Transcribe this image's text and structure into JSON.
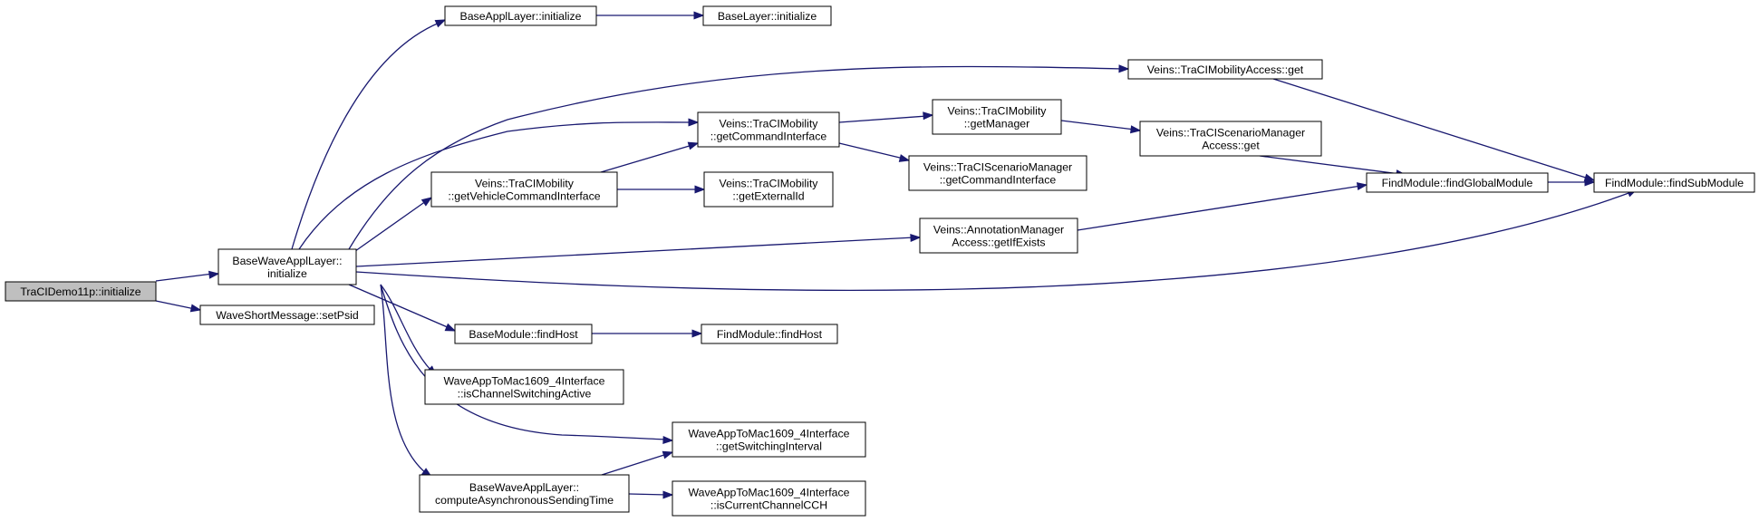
{
  "nodes": [
    {
      "id": "n0",
      "lines": [
        "TraCIDemo11p::initialize"
      ],
      "root": true
    },
    {
      "id": "n1",
      "lines": [
        "BaseWaveApplLayer::",
        "initialize"
      ]
    },
    {
      "id": "n2",
      "lines": [
        "WaveShortMessage::setPsid"
      ]
    },
    {
      "id": "n3",
      "lines": [
        "BaseApplLayer::initialize"
      ]
    },
    {
      "id": "n4",
      "lines": [
        "BaseLayer::initialize"
      ]
    },
    {
      "id": "n5",
      "lines": [
        "Veins::TraCIMobilityAccess::get"
      ]
    },
    {
      "id": "n6",
      "lines": [
        "Veins::TraCIMobility",
        "::getCommandInterface"
      ]
    },
    {
      "id": "n7",
      "lines": [
        "Veins::TraCIMobility",
        "::getManager"
      ]
    },
    {
      "id": "n8",
      "lines": [
        "Veins::TraCIScenarioManager",
        "::getCommandInterface"
      ]
    },
    {
      "id": "n9",
      "lines": [
        "Veins::TraCIScenarioManager",
        "Access::get"
      ]
    },
    {
      "id": "n10",
      "lines": [
        "Veins::TraCIMobility",
        "::getVehicleCommandInterface"
      ]
    },
    {
      "id": "n11",
      "lines": [
        "Veins::TraCIMobility",
        "::getExternalId"
      ]
    },
    {
      "id": "n12",
      "lines": [
        "Veins::AnnotationManager",
        "Access::getIfExists"
      ]
    },
    {
      "id": "n13",
      "lines": [
        "FindModule::findGlobalModule"
      ]
    },
    {
      "id": "n14",
      "lines": [
        "FindModule::findSubModule"
      ]
    },
    {
      "id": "n15",
      "lines": [
        "BaseModule::findHost"
      ]
    },
    {
      "id": "n16",
      "lines": [
        "FindModule::findHost"
      ]
    },
    {
      "id": "n17",
      "lines": [
        "WaveAppToMac1609_4Interface",
        "::isChannelSwitchingActive"
      ]
    },
    {
      "id": "n18",
      "lines": [
        "WaveAppToMac1609_4Interface",
        "::getSwitchingInterval"
      ]
    },
    {
      "id": "n19",
      "lines": [
        "BaseWaveApplLayer::",
        "computeAsynchronousSendingTime"
      ]
    },
    {
      "id": "n20",
      "lines": [
        "WaveAppToMac1609_4Interface",
        "::isCurrentChannelCCH"
      ]
    }
  ],
  "edges": [
    {
      "from": "n0",
      "to": "n1"
    },
    {
      "from": "n0",
      "to": "n2"
    },
    {
      "from": "n1",
      "to": "n3"
    },
    {
      "from": "n3",
      "to": "n4"
    },
    {
      "from": "n1",
      "to": "n5"
    },
    {
      "from": "n5",
      "to": "n14"
    },
    {
      "from": "n1",
      "to": "n6"
    },
    {
      "from": "n6",
      "to": "n7"
    },
    {
      "from": "n7",
      "to": "n9"
    },
    {
      "from": "n9",
      "to": "n13"
    },
    {
      "from": "n13",
      "to": "n14"
    },
    {
      "from": "n6",
      "to": "n8"
    },
    {
      "from": "n1",
      "to": "n10"
    },
    {
      "from": "n10",
      "to": "n6"
    },
    {
      "from": "n10",
      "to": "n11"
    },
    {
      "from": "n1",
      "to": "n12"
    },
    {
      "from": "n12",
      "to": "n13"
    },
    {
      "from": "n1",
      "to": "n14"
    },
    {
      "from": "n1",
      "to": "n15"
    },
    {
      "from": "n15",
      "to": "n16"
    },
    {
      "from": "n1",
      "to": "n17"
    },
    {
      "from": "n1",
      "to": "n18"
    },
    {
      "from": "n1",
      "to": "n19"
    },
    {
      "from": "n19",
      "to": "n18"
    },
    {
      "from": "n19",
      "to": "n20"
    }
  ]
}
